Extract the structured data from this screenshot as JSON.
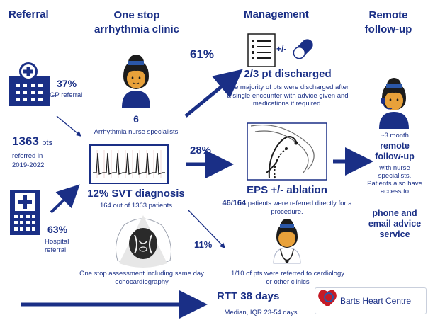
{
  "colors": {
    "navy": "#1a2f86",
    "blue": "#2b57a8",
    "hair": "#1c1c1c",
    "skin": "#e8a13a",
    "ecg_red": "#c51b26"
  },
  "columns": {
    "referral": "Referral",
    "clinic": "One stop arrhythmia clinic",
    "management": "Management",
    "remote": "Remote follow-up"
  },
  "referral": {
    "gp_pct": "37%",
    "gp_label": "GP referral",
    "total_num": "1363",
    "total_unit": "pts",
    "total_caption": "referred in 2019-2022",
    "hospital_pct": "63%",
    "hospital_label": "Hospital referral"
  },
  "clinic": {
    "nurse_count": "6",
    "nurse_label": "Arrhythmia nurse specialists",
    "svt_title": "12% SVT diagnosis",
    "svt_sub": "164 out of 1363 patients",
    "echo_caption": "One stop assessment including same day echocardiography"
  },
  "management": {
    "pct_61": "61%",
    "pct_28": "28%",
    "pct_11": "11%",
    "plusminus": "+/-",
    "discharged_title": "2/3 pt discharged",
    "discharged_text": "The majority of pts were discharged after a single encounter with advice given and medications if required.",
    "eps_title": "EPS +/- ablation",
    "eps_count": "46/164",
    "eps_text": "patients were referred directly for a procedure.",
    "referred_text": "1/10 of pts were referred to cardiology or other clinics"
  },
  "remote": {
    "line1": "~3 month",
    "bold1": "remote follow-up",
    "line2": "with nurse specialists. Patients also have access to",
    "bold2": "phone and email advice service"
  },
  "rtt": {
    "title": "RTT 38 days",
    "sub": "Median, IQR 23-54 days"
  },
  "logo": {
    "text": "Barts Heart Centre"
  }
}
